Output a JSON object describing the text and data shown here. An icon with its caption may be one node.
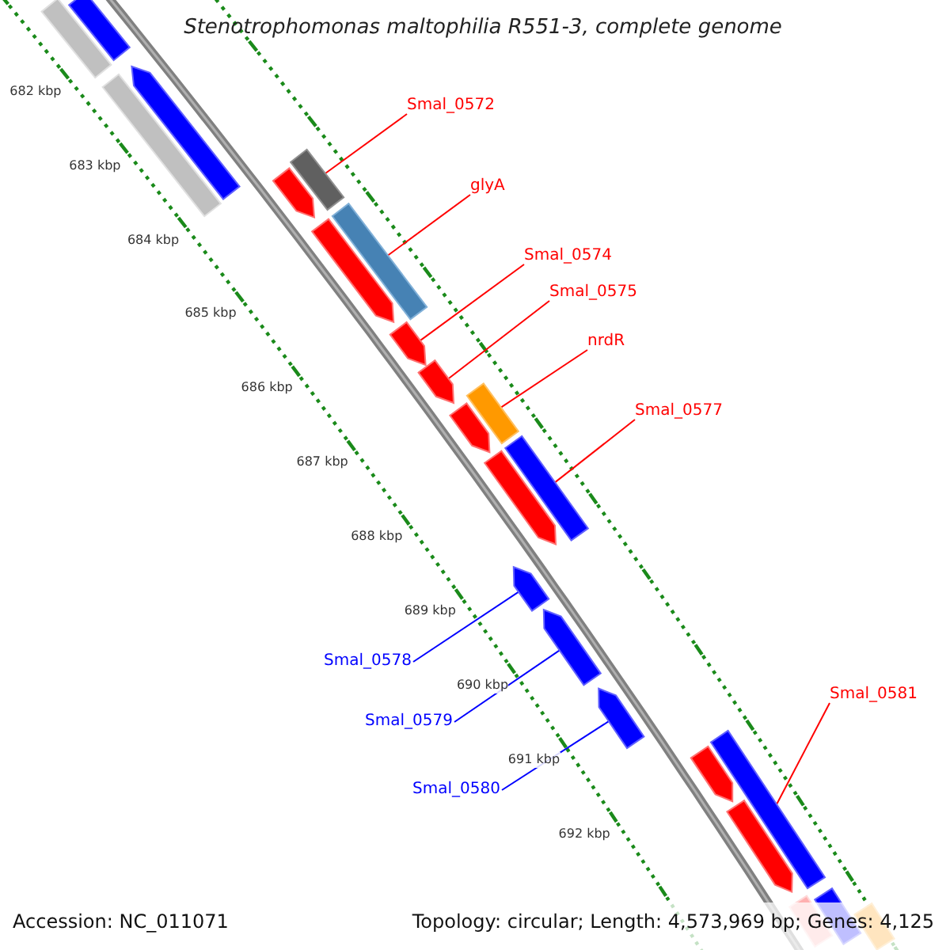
{
  "diagram": {
    "title": "Stenotrophomonas maltophilia R551-3, complete genome",
    "nodes": [
      {
        "text": [
          "Smal_0572"
        ]
      },
      {
        "text": [
          "glyA"
        ]
      },
      {
        "text": [
          "Smal_0574"
        ]
      },
      {
        "text": [
          "Smal_0575"
        ]
      },
      {
        "text": [
          "nrdR"
        ]
      },
      {
        "text": [
          "Smal_0577"
        ]
      },
      {
        "text": [
          "Smal_0578"
        ]
      },
      {
        "text": [
          "Smal_0581"
        ]
      },
      {
        "text": [
          "Smal_0579"
        ]
      },
      {
        "text": [
          "Smal_0580"
        ]
      },
      {
        "text": [],
        "shape": "bar"
      },
      {
        "text": [],
        "shape": "bar"
      },
      {
        "text": [],
        "shape": "arrow"
      },
      {
        "text": [],
        "shape": "arrow"
      },
      {
        "text": [],
        "shape": "bar"
      },
      {
        "text": [],
        "shape": "bar"
      },
      {
        "text": [],
        "shape": "arrow"
      },
      {
        "text": [],
        "shape": "bar"
      },
      {
        "text": [],
        "shape": "arrow"
      },
      {
        "text": [],
        "shape": "arrow"
      },
      {
        "text": [],
        "shape": "bar"
      },
      {
        "text": [],
        "shape": "bar"
      },
      {
        "text": [],
        "shape": "bar"
      },
      {
        "text": [],
        "shape": "arrow"
      },
      {
        "text": [],
        "shape": "arrow"
      },
      {
        "text": [],
        "shape": "arrow"
      },
      {
        "text": [],
        "shape": "arrow"
      },
      {
        "text": [],
        "shape": "arrow"
      },
      {
        "text": [],
        "shape": "arrow"
      },
      {
        "text": [],
        "shape": "arrow"
      },
      {
        "text": [],
        "shape": "bar"
      },
      {
        "text": [],
        "shape": "bar"
      },
      {
        "text": [],
        "shape": "bar"
      }
    ],
    "edges": [
      {
        "from": 0,
        "to": 10,
        "arrow": "none"
      },
      {
        "from": 1,
        "to": 11,
        "arrow": "none"
      },
      {
        "from": 2,
        "to": 12,
        "arrow": "none"
      },
      {
        "from": 3,
        "to": 13,
        "arrow": "none"
      },
      {
        "from": 4,
        "to": 14,
        "arrow": "none"
      },
      {
        "from": 5,
        "to": 15,
        "arrow": "none"
      },
      {
        "from": 6,
        "to": 16,
        "arrow": "none",
        "color": "#0000ff"
      },
      {
        "from": 7,
        "to": 17,
        "arrow": "none"
      },
      {
        "from": 8,
        "to": 18,
        "arrow": "none",
        "color": "#0000ff"
      },
      {
        "from": 9,
        "to": 19,
        "arrow": "none",
        "color": "#0000ff"
      }
    ],
    "labels": [
      "682 kbp",
      "683 kbp",
      "684 kbp",
      "685 kbp",
      "686 kbp",
      "687 kbp",
      "688 kbp",
      "689 kbp",
      "690 kbp",
      "691 kbp",
      "692 kbp",
      "Accession: NC_011071",
      "Topology: circular; Length: 4,573,969 bp; Genes: 4,125"
    ]
  }
}
